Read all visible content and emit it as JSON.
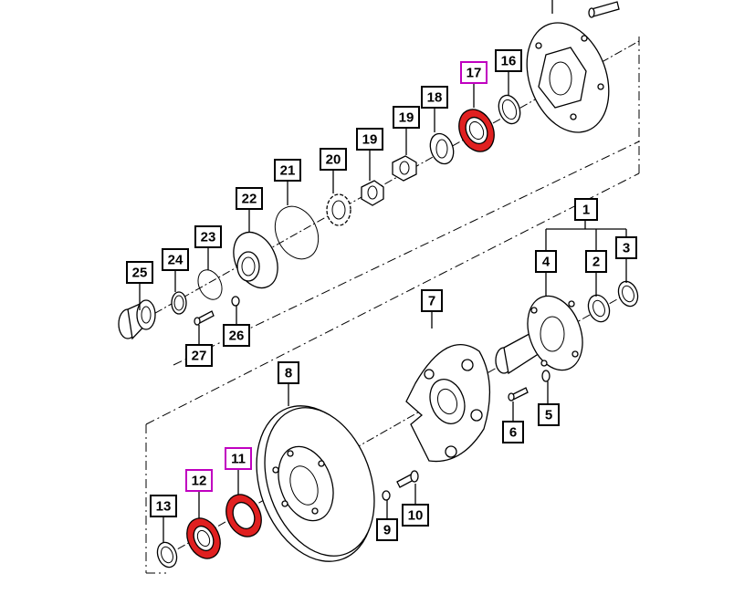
{
  "colors": {
    "highlight_part": "#e02020",
    "highlight_label_border": "#c000c0",
    "line": "#000000",
    "background": "#ffffff"
  },
  "callouts": [
    {
      "id": "1",
      "label": "1",
      "highlight": false
    },
    {
      "id": "2",
      "label": "2",
      "highlight": false
    },
    {
      "id": "3",
      "label": "3",
      "highlight": false
    },
    {
      "id": "4",
      "label": "4",
      "highlight": false
    },
    {
      "id": "5",
      "label": "5",
      "highlight": false
    },
    {
      "id": "6",
      "label": "6",
      "highlight": false
    },
    {
      "id": "7",
      "label": "7",
      "highlight": false
    },
    {
      "id": "8",
      "label": "8",
      "highlight": false
    },
    {
      "id": "9",
      "label": "9",
      "highlight": false
    },
    {
      "id": "10",
      "label": "10",
      "highlight": false
    },
    {
      "id": "11",
      "label": "11",
      "highlight": true
    },
    {
      "id": "12",
      "label": "12",
      "highlight": true
    },
    {
      "id": "13",
      "label": "13",
      "highlight": false
    },
    {
      "id": "16",
      "label": "16",
      "highlight": false
    },
    {
      "id": "17",
      "label": "17",
      "highlight": true
    },
    {
      "id": "18",
      "label": "18",
      "highlight": false
    },
    {
      "id": "19a",
      "label": "19",
      "highlight": false
    },
    {
      "id": "19b",
      "label": "19",
      "highlight": false
    },
    {
      "id": "20",
      "label": "20",
      "highlight": false
    },
    {
      "id": "21",
      "label": "21",
      "highlight": false
    },
    {
      "id": "22",
      "label": "22",
      "highlight": false
    },
    {
      "id": "23",
      "label": "23",
      "highlight": false
    },
    {
      "id": "24",
      "label": "24",
      "highlight": false
    },
    {
      "id": "25",
      "label": "25",
      "highlight": false
    },
    {
      "id": "26",
      "label": "26",
      "highlight": false
    },
    {
      "id": "27",
      "label": "27",
      "highlight": false
    }
  ]
}
